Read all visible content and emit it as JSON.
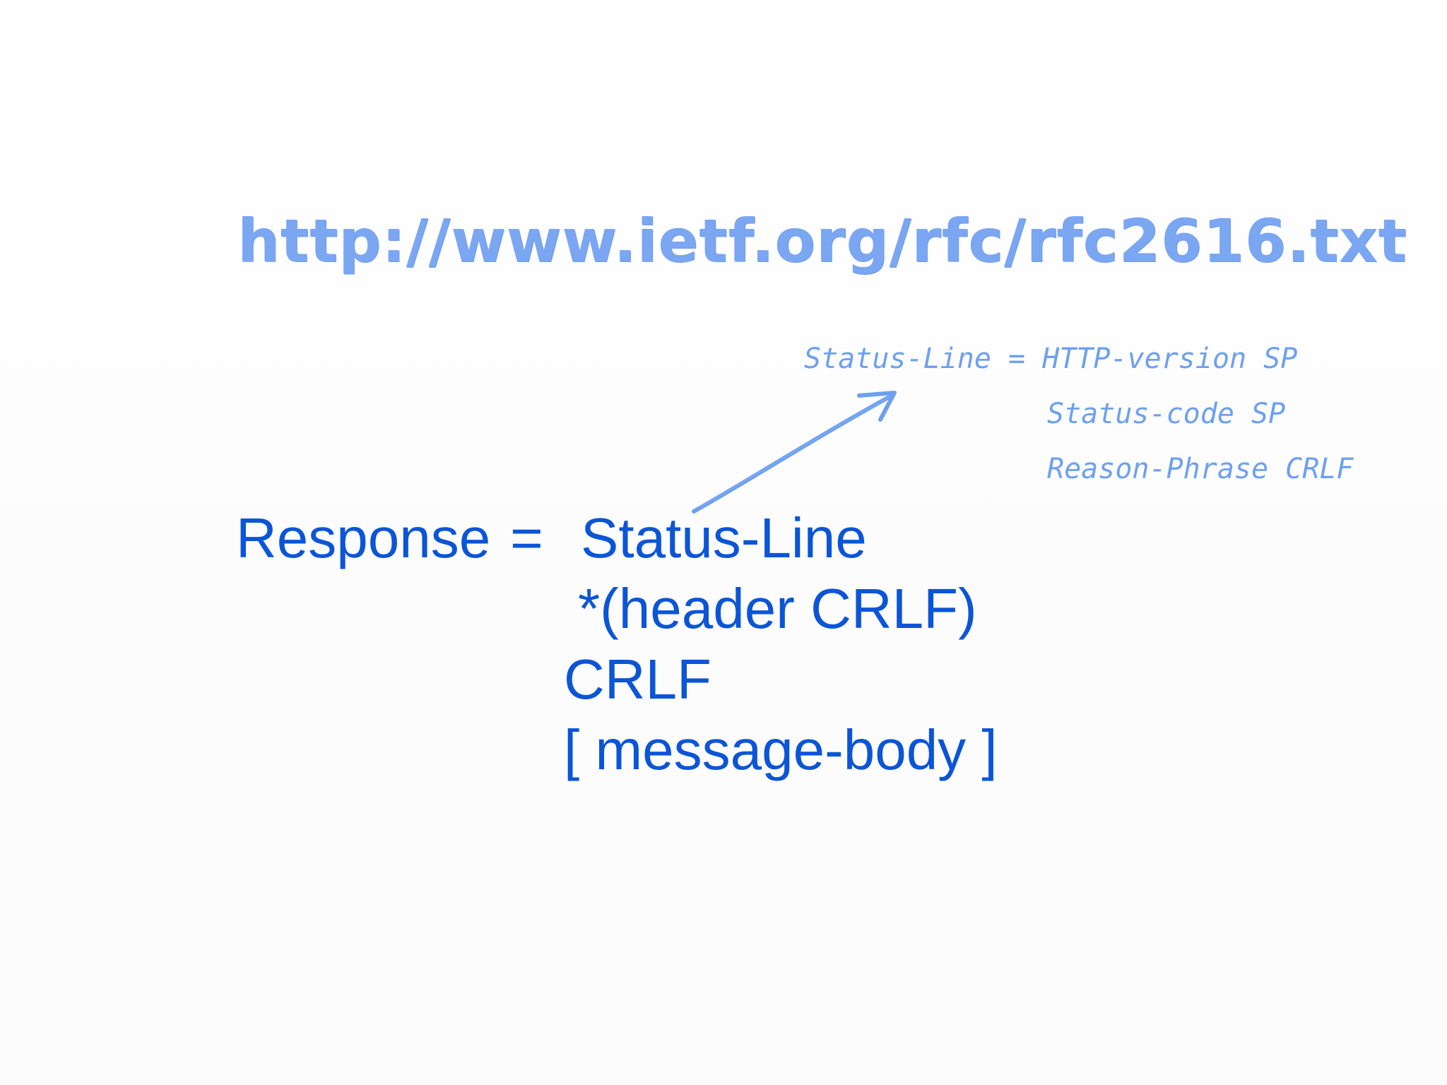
{
  "slide": {
    "url": "http://www.ietf.org/rfc/rfc2616.txt",
    "grammar": {
      "lhs": "Response",
      "equals": "=",
      "line1": "Status-Line",
      "line2": "*(header CRLF)",
      "line3": "CRLF",
      "line4": "[ message-body ]"
    },
    "annotation": {
      "line1": "Status-Line = HTTP-version SP",
      "line2": "Status-code SP",
      "line3": "Reason-Phrase CRLF"
    }
  },
  "colors": {
    "title": "#7aa6f2",
    "grammar": "#0b55d6",
    "annotation": "#6ea0f0",
    "arrow": "#6ea0f0",
    "background": "#fdfdfd"
  }
}
